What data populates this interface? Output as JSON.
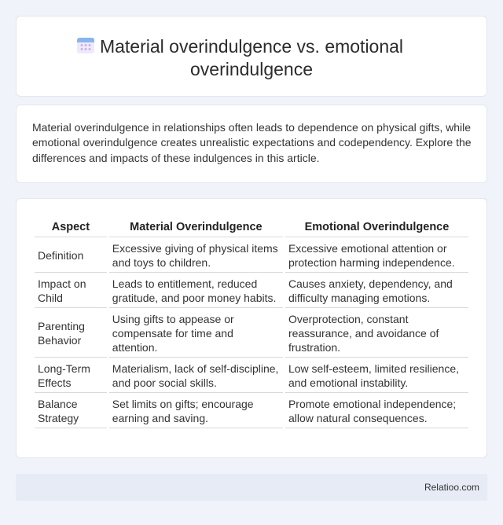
{
  "header": {
    "title": "Material overindulgence vs. emotional overindulgence",
    "icon": "calendar-icon"
  },
  "intro": {
    "text": "Material overindulgence in relationships often leads to dependence on physical gifts, while emotional overindulgence creates unrealistic expectations and codependency. Explore the differences and impacts of these indulgences in this article."
  },
  "table": {
    "headers": [
      "Aspect",
      "Material Overindulgence",
      "Emotional Overindulgence"
    ],
    "rows": [
      [
        "Definition",
        "Excessive giving of physical items and toys to children.",
        "Excessive emotional attention or protection harming independence."
      ],
      [
        "Impact on Child",
        "Leads to entitlement, reduced gratitude, and poor money habits.",
        "Causes anxiety, dependency, and difficulty managing emotions."
      ],
      [
        "Parenting Behavior",
        "Using gifts to appease or compensate for time and attention.",
        "Overprotection, constant reassurance, and avoidance of frustration."
      ],
      [
        "Long-Term Effects",
        "Materialism, lack of self-discipline, and poor social skills.",
        "Low self-esteem, limited resilience, and emotional instability."
      ],
      [
        "Balance Strategy",
        "Set limits on gifts; encourage earning and saving.",
        "Promote emotional independence; allow natural consequences."
      ]
    ]
  },
  "footer": {
    "brand": "Relatioo.com"
  },
  "colors": {
    "background": "#f0f3f9",
    "card": "#ffffff",
    "footer_bg": "#e6ebf5"
  }
}
